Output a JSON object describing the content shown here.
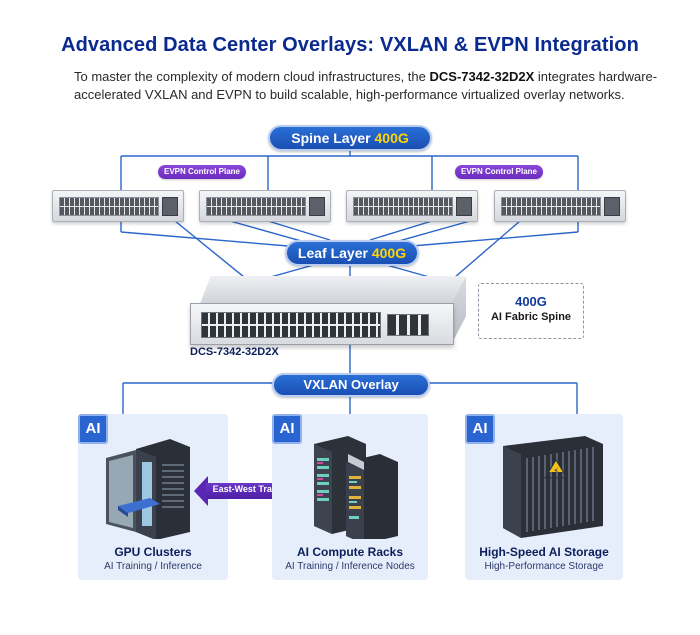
{
  "header": {
    "title": "Advanced Data Center Overlays: VXLAN & EVPN Integration",
    "intro_before": "To master the complexity of modern cloud infrastructures, the ",
    "intro_model": "DCS-7342-32D2X",
    "intro_after": " integrates hardware-accelerated VXLAN and EVPN to build scalable, high-performance virtualized overlay networks."
  },
  "layers": {
    "spine_label": "Spine Layer ",
    "spine_speed": "400G",
    "leaf_label": "Leaf Layer ",
    "leaf_speed": "400G",
    "overlay_label": "VXLAN Overlay"
  },
  "evpn_tags": [
    "EVPN Control Plane",
    "EVPN Control Plane"
  ],
  "core_switch": {
    "model": "DCS-7342-32D2X"
  },
  "fabric_box": {
    "speed": "400G",
    "label": "AI Fabric Spine"
  },
  "traffic": {
    "label": "East-West Traffic"
  },
  "cards": [
    {
      "badge": "AI",
      "title": "GPU Clusters",
      "subtitle": "AI Training / Inference"
    },
    {
      "badge": "AI",
      "title": "AI Compute Racks",
      "subtitle": "AI Training / Inference Nodes"
    },
    {
      "badge": "AI",
      "title": "High-Speed AI Storage",
      "subtitle": "High-Performance Storage"
    }
  ],
  "colors": {
    "title": "#0b2a8f",
    "pill": "#1f5cc4",
    "speed_highlight": "#ffd400",
    "evpn": "#7a3bcc",
    "link": "#2a66c9",
    "card_bg": "#e7eefb"
  }
}
